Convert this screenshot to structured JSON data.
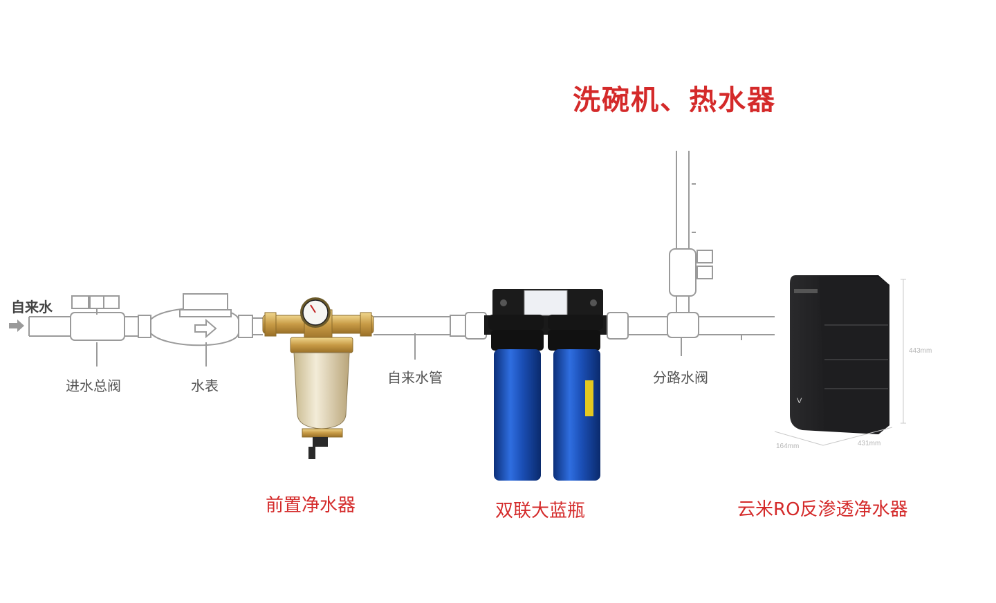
{
  "title": "洗碗机、热水器",
  "labels": {
    "inlet": "自来水",
    "main_valve": "进水总阀",
    "meter": "水表",
    "tap_pipe": "自来水管",
    "branch_valve": "分路水阀"
  },
  "products": {
    "pre_filter": "前置净水器",
    "big_blue": "双联大蓝瓶",
    "ro": "云米RO反渗透净水器"
  },
  "dims": {
    "height": "443mm",
    "depth": "164mm",
    "width": "431mm"
  },
  "colors": {
    "pipe_outline": "#9a9a9a",
    "label_red": "#d42a2a",
    "brass": "#c9a050",
    "blue_housing": "#1d4fb8",
    "ro_body": "#1c1c1e"
  }
}
